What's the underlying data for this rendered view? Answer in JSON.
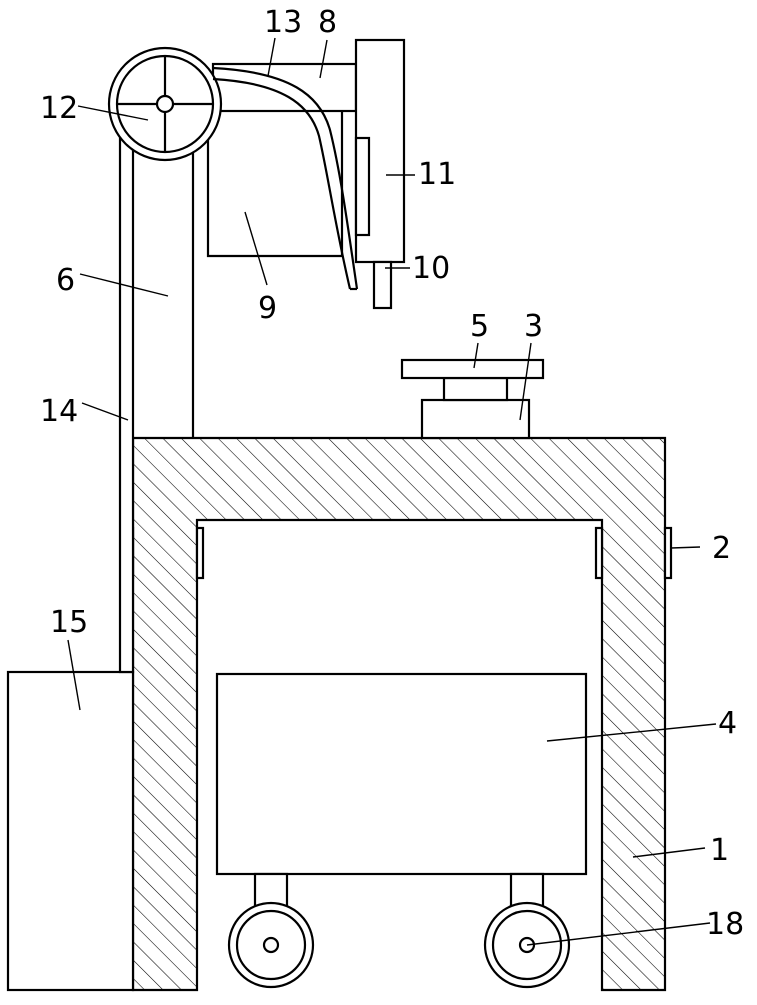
{
  "labels": {
    "l1": "1",
    "l2": "2",
    "l3": "3",
    "l4": "4",
    "l5": "5",
    "l6": "6",
    "l8": "8",
    "l9": "9",
    "l10": "10",
    "l11": "11",
    "l12": "12",
    "l13": "13",
    "l14": "14",
    "l15": "15",
    "l18": "18"
  }
}
